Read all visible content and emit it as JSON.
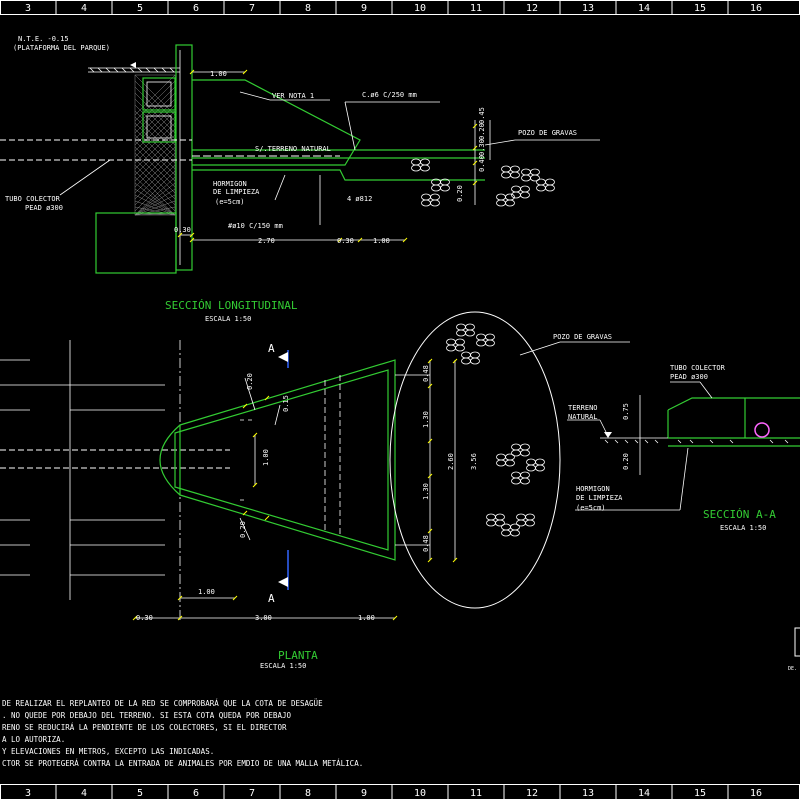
{
  "border": {
    "top_numbers": [
      "3",
      "4",
      "5",
      "6",
      "7",
      "8",
      "9",
      "10",
      "11",
      "12",
      "13",
      "14",
      "15",
      "16"
    ],
    "bottom_numbers": [
      "3",
      "4",
      "5",
      "6",
      "7",
      "8",
      "9",
      "10",
      "11",
      "12",
      "13",
      "14",
      "15",
      "16"
    ]
  },
  "longitudinal": {
    "title": "SECCIÓN LONGITUDINAL",
    "scale": "ESCALA 1:50",
    "nte": "N.T.E. -0.15",
    "platform": "(PLATAFORMA DEL PARQUE)",
    "ver_nota": "VER NOTA 1",
    "rebar_c6": "C.ø6 C/250 mm",
    "terreno": "S/.TERRENO NATURAL",
    "hormigon": "HORMIGON",
    "de_limpieza": "DE LIMPIEZA",
    "e5": "(e=5cm)",
    "tubo": "TUBO COLECTOR",
    "pead": "PEAD ø300",
    "bars": "4 ø812",
    "mesh": "#ø10 C/150 mm",
    "pozo": "POZO DE GRAVAS",
    "dims": {
      "d100_top": "1.00",
      "d030_left": "0.30",
      "d270": "2.70",
      "d030_mid": "0.30",
      "d100_right": "1.00",
      "v020_a": "0.20",
      "v045": "0.45",
      "v030": "0.30",
      "v040": "0.40",
      "v020_b": "0.20"
    }
  },
  "plan": {
    "title": "PLANTA",
    "scale": "ESCALA 1:50",
    "pozo": "POZO DE GRAVAS",
    "cut_a_top": "A",
    "cut_a_bottom": "A",
    "dims": {
      "d020_top": "0.20",
      "d015": "0.15",
      "d100_v": "1.00",
      "d020_bottom": "0.20",
      "d048_top": "0.48",
      "d130_top": "1.30",
      "d260": "2.60",
      "d356": "3.56",
      "d130_bottom": "1.30",
      "d048_bottom": "0.48",
      "d100_left": "1.00",
      "d030": "0.30",
      "d300": "3.00",
      "d100_right": "1.00"
    }
  },
  "section_aa": {
    "title": "SECCIÓN A-A",
    "scale": "ESCALA 1:50",
    "tubo": "TUBO COLECTOR",
    "pead": "PEAD ø300",
    "terreno": "TERRENO",
    "natural": "NATURAL",
    "hormigon": "HORMIGON",
    "de_limpieza": "DE LIMPIEZA",
    "e5": "(e=5cm)",
    "v075": "0.75",
    "v020": "0.20"
  },
  "notes": [
    "DE REALIZAR EL REPLANTEO DE LA RED SE COMPROBARÁ QUE LA COTA DE DESAGÜE",
    ". NO QUEDE POR DEBAJO DEL TERRENO. SI ESTA COTA QUEDA POR DEBAJO",
    "RENO SE REDUCIRÁ LA PENDIENTE DE LOS COLECTORES, SI EL DIRECTOR",
    "A LO AUTORIZA.",
    "Y ELEVACIONES EN METROS, EXCEPTO LAS INDICADAS.",
    "CTOR SE PROTEGERÁ CONTRA LA ENTRADA DE ANIMALES POR EMDIO DE UNA MALLA METÁLICA."
  ],
  "corner_label": "DE."
}
